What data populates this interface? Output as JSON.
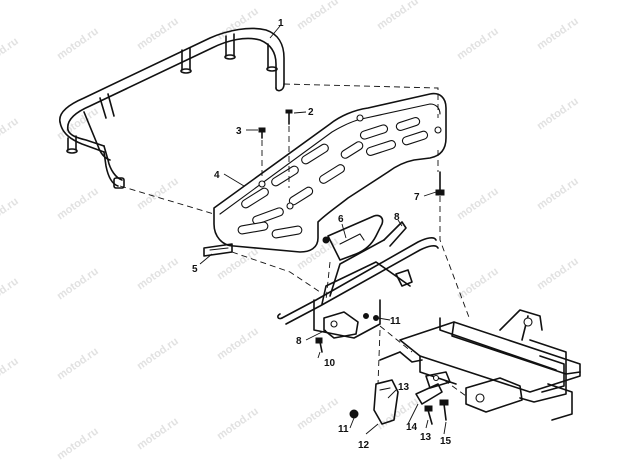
{
  "watermark": "motod.ru",
  "callouts": {
    "c1": "1",
    "c2": "2",
    "c3": "3",
    "c4": "4",
    "c5": "5",
    "c6": "6",
    "c7": "7",
    "c8a": "8",
    "c8b": "8",
    "c10": "10",
    "c11a": "11",
    "c11b": "11",
    "c12": "12",
    "c13a": "13",
    "c13b": "13",
    "c14": "14",
    "c15": "15"
  }
}
